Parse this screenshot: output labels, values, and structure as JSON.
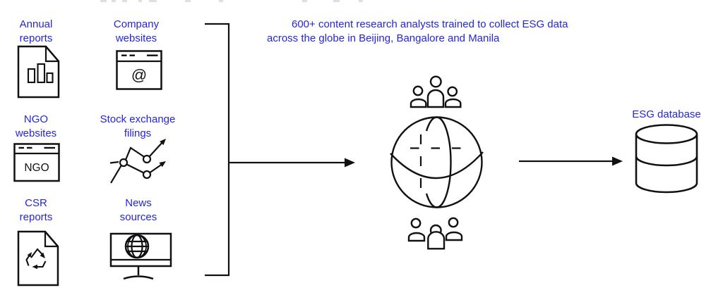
{
  "colors": {
    "accent_blue": "#2525DA",
    "line_black": "#111111",
    "background": "#ffffff"
  },
  "sources": {
    "annual_reports": {
      "label_line1": "Annual",
      "label_line2": "reports",
      "icon": "bar-chart-document-icon"
    },
    "company_websites": {
      "label_line1": "Company",
      "label_line2": "websites",
      "icon": "browser-window-at-icon",
      "icon_text": "@"
    },
    "ngo_websites": {
      "label_line1": "NGO",
      "label_line2": "websites",
      "icon": "browser-window-ngo-icon",
      "icon_text": "NGO"
    },
    "stock_exchange_filings": {
      "label_line1": "Stock exchange",
      "label_line2": "filings",
      "icon": "stock-line-chart-icon"
    },
    "csr_reports": {
      "label_line1": "CSR",
      "label_line2": "reports",
      "icon": "recycle-document-icon"
    },
    "news_sources": {
      "label_line1": "News",
      "label_line2": "sources",
      "icon": "monitor-globe-icon"
    }
  },
  "analysts_note": {
    "line1": "600+ content research analysts trained to collect ESG data",
    "line2": "across the globe in Beijing, Bangalore and Manila"
  },
  "hub": {
    "icon": "globe-wireframe-icon",
    "people_top_icon": "people-group-icon",
    "people_bottom_icon": "people-group-icon"
  },
  "database": {
    "label": "ESG database",
    "icon": "database-cylinder-icon"
  }
}
